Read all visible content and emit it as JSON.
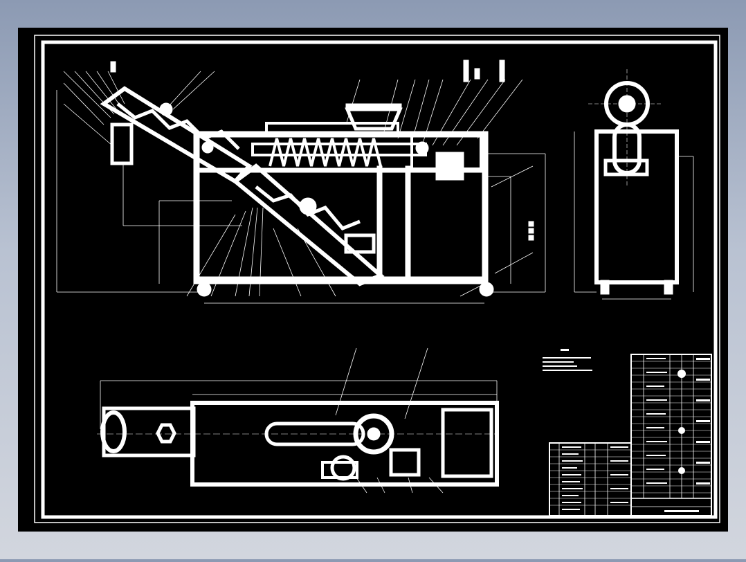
{
  "viewer": {
    "background_top": "#8c9ab3",
    "background_bottom": "#d2d6de",
    "paper_color": "#000000",
    "line_color": "#ffffff"
  },
  "drawing": {
    "views": [
      "side-elevation",
      "end-view",
      "plan-view",
      "bom-tables",
      "technical-notes"
    ]
  }
}
